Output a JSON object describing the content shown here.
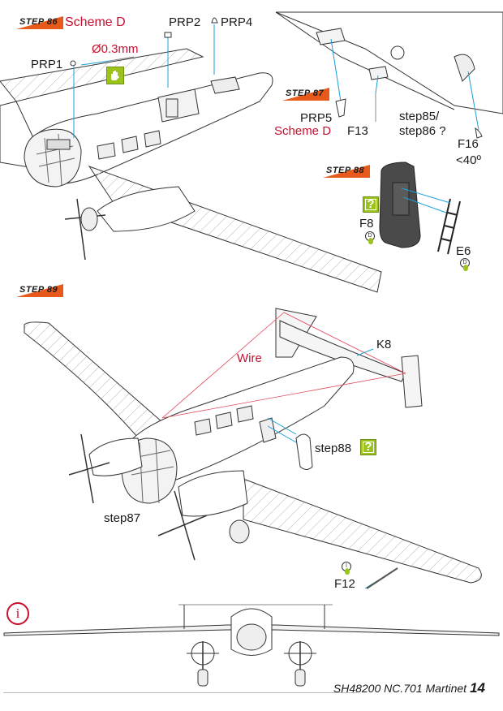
{
  "steps": {
    "s86": {
      "number": "86",
      "scheme": "Scheme D",
      "parts": {
        "prp1": "PRP1",
        "prp2": "PRP2",
        "prp4": "PRP4"
      },
      "wire_size": "Ø0.3mm"
    },
    "s87": {
      "number": "87",
      "prp5": "PRP5",
      "scheme": "Scheme D",
      "f13": "F13",
      "ref_line1": "step85/",
      "ref_line2": "step86 ?",
      "f16": "F16",
      "angle": "<40º"
    },
    "s88": {
      "number": "88",
      "f8": "F8",
      "e6": "E6"
    },
    "s89": {
      "number": "89",
      "k8": "K8",
      "wire": "Wire",
      "step88_ref": "step88",
      "step87_ref": "step87",
      "f12": "F12"
    }
  },
  "icons": {
    "question_mark": "?",
    "info": "i",
    "glue_letter": "D",
    "glue_letter_alt": "I"
  },
  "footer": {
    "code": "SH48200 NC.701 Martinet",
    "page": "14"
  },
  "colors": {
    "accent_red": "#c8102e",
    "tab_orange": "#e85a1b",
    "hint_green": "#9cc31b",
    "leader_blue": "#1aa0d8"
  }
}
